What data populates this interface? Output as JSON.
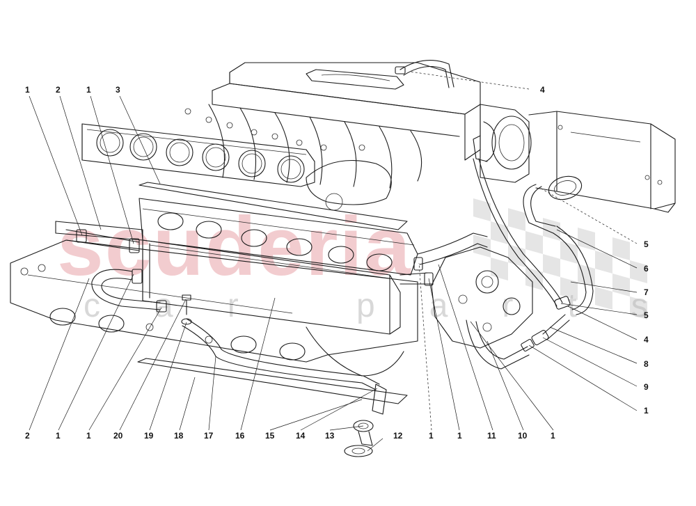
{
  "watermark": {
    "main": "scuderia",
    "sub": "car parts"
  },
  "callouts_top": [
    "1",
    "2",
    "1",
    "3",
    "4"
  ],
  "callouts_right": [
    "5",
    "6",
    "7",
    "5",
    "4",
    "8",
    "9",
    "1"
  ],
  "callouts_bottom": [
    "2",
    "1",
    "1",
    "20",
    "19",
    "18",
    "17",
    "16",
    "15",
    "14",
    "13",
    "12",
    "1",
    "1",
    "11",
    "10",
    "1"
  ]
}
